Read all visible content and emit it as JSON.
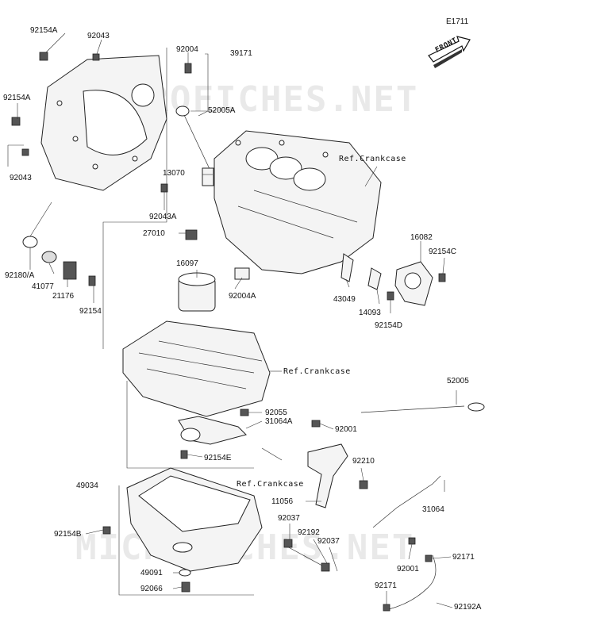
{
  "diagram_code": "E1711",
  "front_label": "FRONT",
  "watermark": "MICROFICHES.NET",
  "refs": {
    "crankcase_top": "Ref.Crankcase",
    "crankcase_mid": "Ref.Crankcase",
    "crankcase_low": "Ref.Crankcase"
  },
  "parts": {
    "p92154A_top": "92154A",
    "p92043_top": "92043",
    "p92004": "92004",
    "p39171": "39171",
    "p92154A_left": "92154A",
    "p52005A": "52005A",
    "p92043_left": "92043",
    "p13070": "13070",
    "p92043A": "92043A",
    "p27010": "27010",
    "p16097": "16097",
    "p92004A": "92004A",
    "p92180A": "92180/A",
    "p41077": "41077",
    "p21176": "21176",
    "p92154": "92154",
    "p16082": "16082",
    "p92154C": "92154C",
    "p43049": "43049",
    "p14093": "14093",
    "p92154D": "92154D",
    "p52005": "52005",
    "p92055": "92055",
    "p31064A": "31064A",
    "p92001_a": "92001",
    "p92154E": "92154E",
    "p92210": "92210",
    "p49034": "49034",
    "p11056": "11056",
    "p31064": "31064",
    "p92037_a": "92037",
    "p92192": "92192",
    "p92037_b": "92037",
    "p92154B": "92154B",
    "p92001_b": "92001",
    "p92171_a": "92171",
    "p49091": "49091",
    "p92066": "92066",
    "p92171_b": "92171",
    "p92192A": "92192A"
  }
}
